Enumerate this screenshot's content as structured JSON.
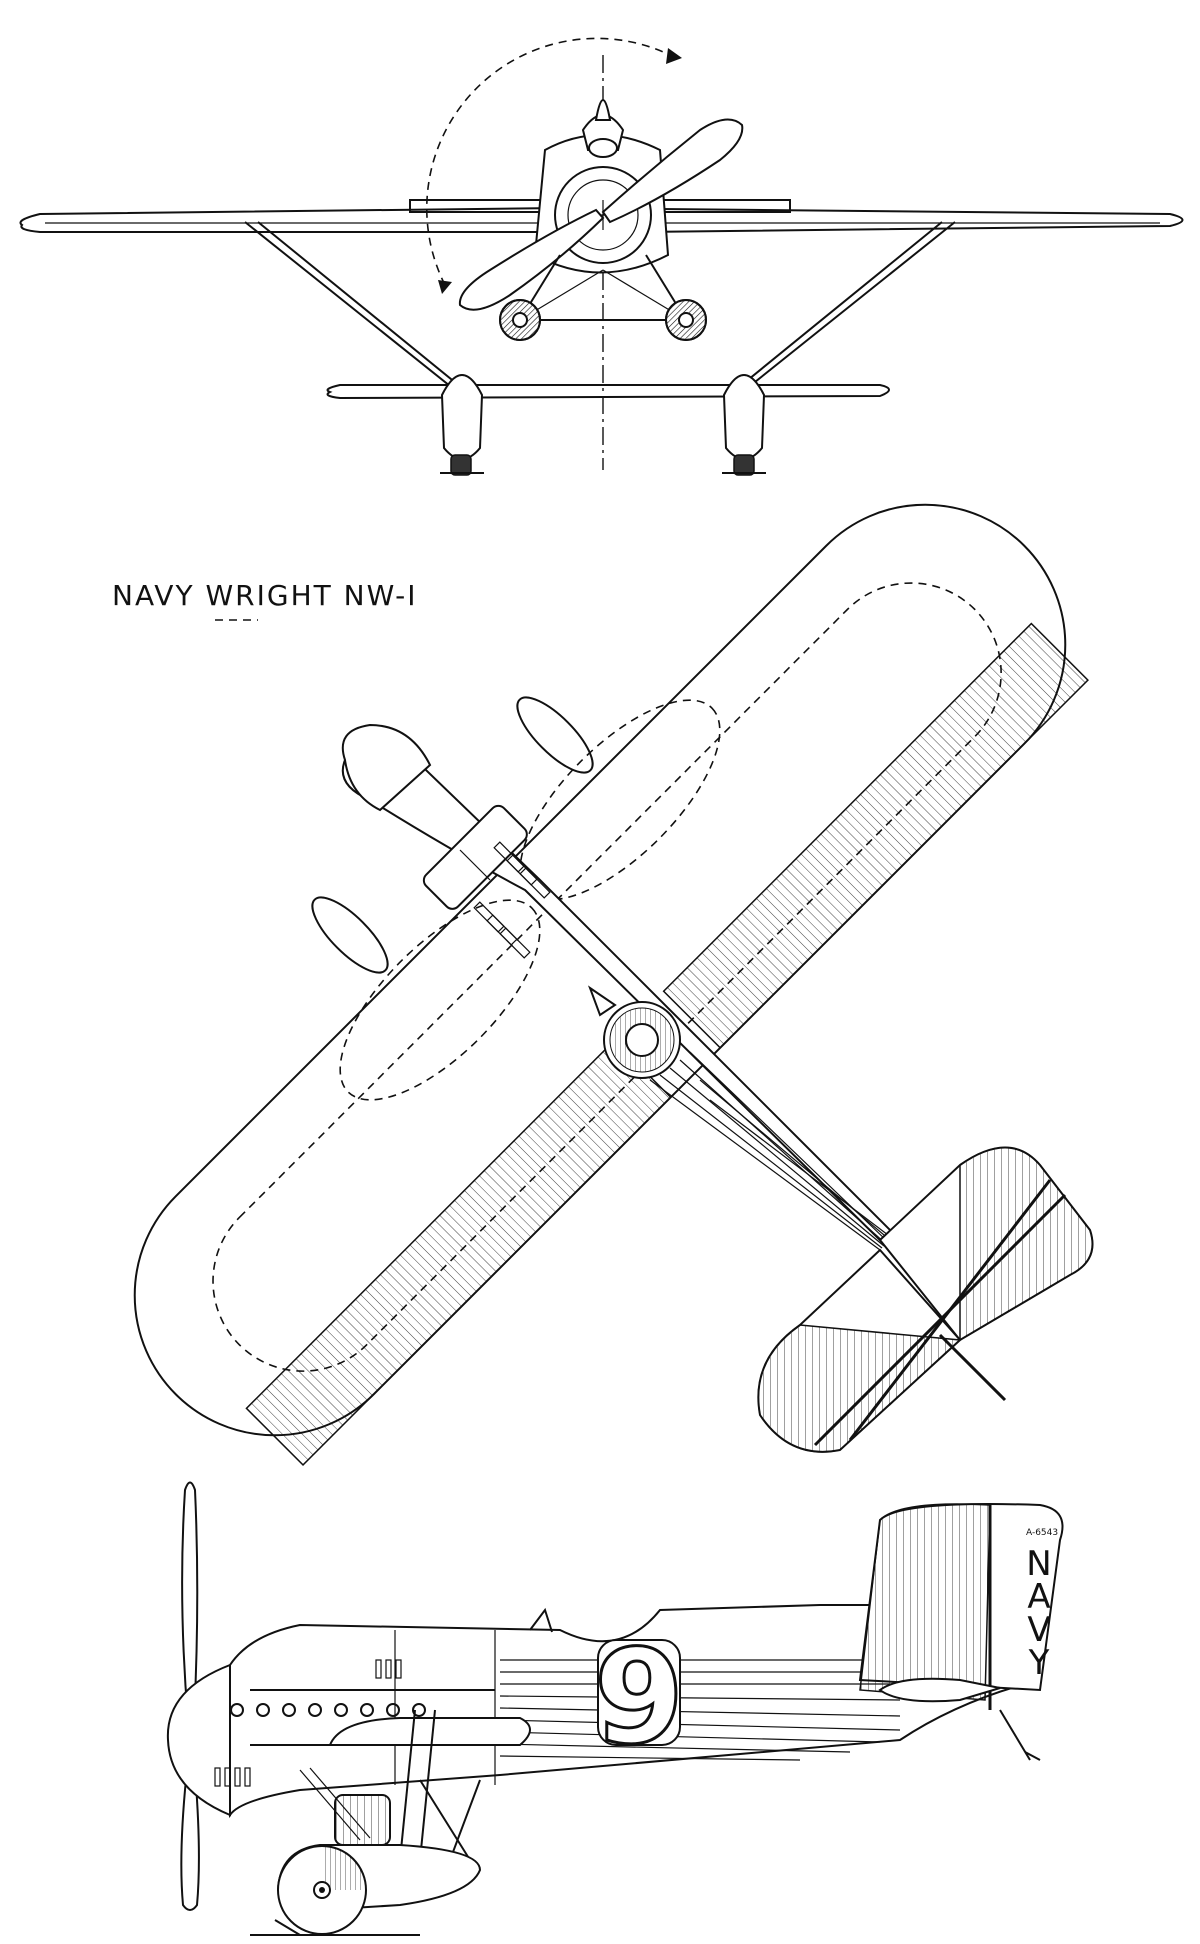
{
  "title": "NAVY WRIGHT NW-I",
  "side_view": {
    "race_number": "9",
    "tail_serial": "A-6543",
    "tail_letters": [
      "N",
      "A",
      "V",
      "Y"
    ]
  },
  "colors": {
    "ink": "#111111",
    "paper": "#ffffff"
  }
}
